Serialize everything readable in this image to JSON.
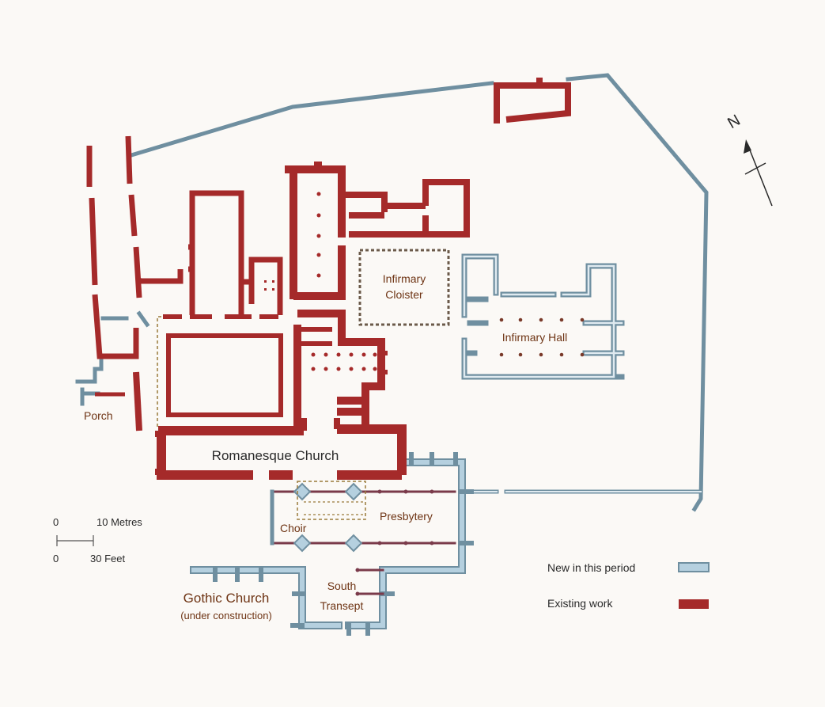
{
  "colors": {
    "existing": "#a52a2a",
    "new_outline": "#6f8fa0",
    "new_fill": "#b5d0df",
    "dashed": "#9a7a3a",
    "label": "#6e3414",
    "legend_text": "#2a2a2a"
  },
  "labels": {
    "infirmary_cloister_1": "Infirmary",
    "infirmary_cloister_2": "Cloister",
    "infirmary_hall": "Infirmary Hall",
    "porch": "Porch",
    "romanesque_church": "Romanesque Church",
    "choir": "Choir",
    "presbytery": "Presbytery",
    "gothic_church": "Gothic Church",
    "gothic_church_note": "(under construction)",
    "south_transept_1": "South",
    "south_transept_2": "Transept"
  },
  "compass": {
    "letter": "N"
  },
  "scale": {
    "metres_zero": "0",
    "metres_label": "10 Metres",
    "feet_zero": "0",
    "feet_label": "30 Feet"
  },
  "legend": {
    "new_label": "New in this period",
    "existing_label": "Existing work"
  }
}
